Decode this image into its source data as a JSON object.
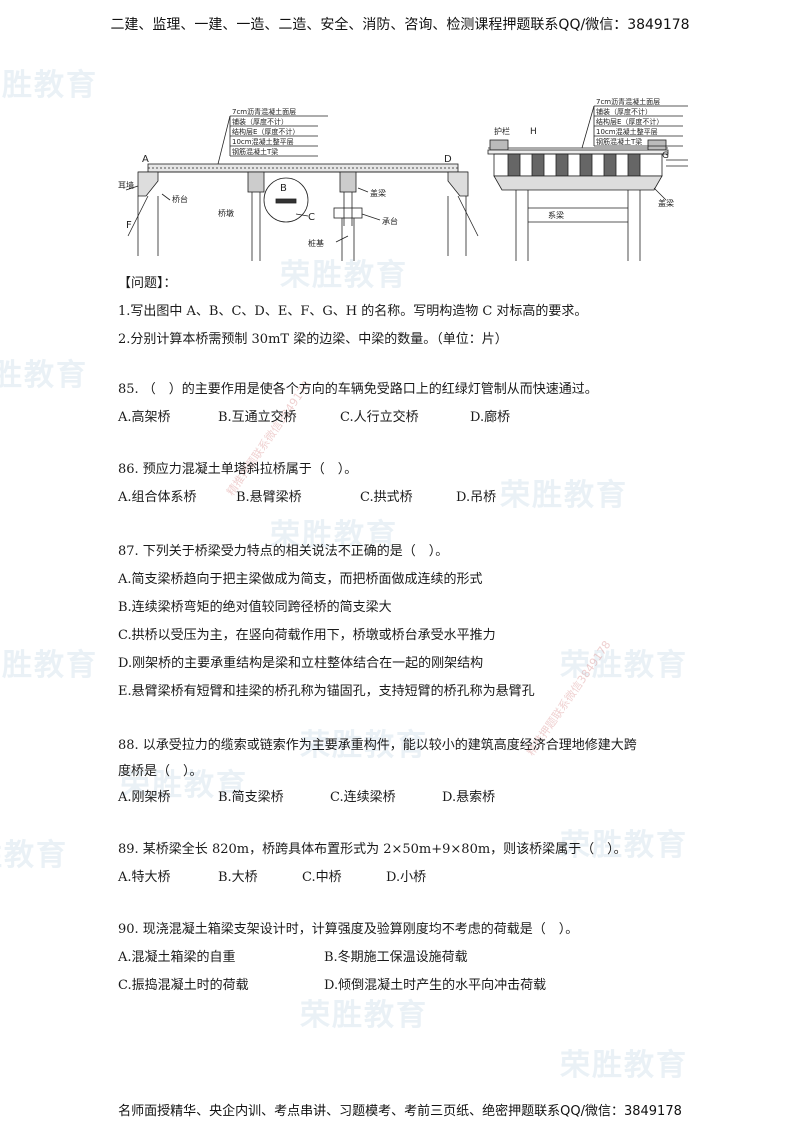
{
  "header": {
    "text": "二建、监理、一建、一造、二造、安全、消防、咨询、检测课程押题联系QQ/微信：3849178"
  },
  "footer": {
    "text": "名师面授精华、央企内训、考点串讲、习题模考、考前三页纸、绝密押题联系QQ/微信：3849178"
  },
  "watermark": {
    "brand": "荣胜教育",
    "small": "精推押题联系微信3849178"
  },
  "figure": {
    "left": {
      "layers": [
        "7cm沥青混凝土面层",
        "铺装（厚度不计）",
        "结构层E（厚度不计）",
        "10cm混凝土整平层",
        "钢筋混凝土T梁"
      ],
      "labels": {
        "A": "A",
        "B": "B",
        "C": "C",
        "D": "D",
        "F": "F",
        "erqiang": "耳墙",
        "qiaotai": "桥台",
        "qiaodun": "桥墩",
        "gailiang": "盖梁",
        "chengtai": "承台",
        "zhuangji": "桩基"
      }
    },
    "right": {
      "layers": [
        "7cm沥青混凝土面层",
        "铺装（厚度不计）",
        "结构层E（厚度不计）",
        "10cm混凝土整平层",
        "钢筋混凝土T梁"
      ],
      "labels": {
        "hulan": "护栏",
        "H": "H",
        "G": "G",
        "xiliang": "系梁",
        "gailiang": "盖梁"
      }
    }
  },
  "content": {
    "wenti": "【问题】：",
    "q1": "1.写出图中 A、B、C、D、E、F、G、H 的名称。写明构造物 C 对标高的要求。",
    "q2": "2.分别计算本桥需预制 30mT 梁的边梁、中梁的数量。（单位：片）",
    "q85": {
      "stem": "85. （　）的主要作用是使各个方向的车辆免受路口上的红绿灯管制从而快速通过。",
      "A": "A.高架桥",
      "B": "B.互通立交桥",
      "C": "C.人行立交桥",
      "D": "D.廊桥"
    },
    "q86": {
      "stem": "86. 预应力混凝土单塔斜拉桥属于（　）。",
      "A": "A.组合体系桥",
      "B": "B.悬臂梁桥",
      "C": "C.拱式桥",
      "D": "D.吊桥"
    },
    "q87": {
      "stem": "87. 下列关于桥梁受力特点的相关说法不正确的是（　）。",
      "A": "A.简支梁桥趋向于把主梁做成为简支，而把桥面做成连续的形式",
      "B": "B.连续梁桥弯矩的绝对值较同跨径桥的简支梁大",
      "C": "C.拱桥以受压为主，在竖向荷载作用下，桥墩或桥台承受水平推力",
      "D": "D.刚架桥的主要承重结构是梁和立柱整体结合在一起的刚架结构",
      "E": "E.悬臂梁桥有短臂和挂梁的桥孔称为锚固孔，支持短臂的桥孔称为悬臂孔"
    },
    "q88": {
      "stem1": "88. 以承受拉力的缆索或链索作为主要承重构件，能以较小的建筑高度经济合理地修建大跨",
      "stem2": "度桥是（　）。",
      "A": "A.刚架桥",
      "B": "B.简支梁桥",
      "C": "C.连续梁桥",
      "D": "D.悬索桥"
    },
    "q89": {
      "stem": "89. 某桥梁全长 820m，桥跨具体布置形式为 2×50m+9×80m，则该桥梁属于（　）。",
      "A": "A.特大桥",
      "B": "B.大桥",
      "C": "C.中桥",
      "D": "D.小桥"
    },
    "q90": {
      "stem": "90. 现浇混凝土箱梁支架设计时，计算强度及验算刚度均不考虑的荷载是（　）。",
      "A": "A.混凝土箱梁的自重",
      "B": "B.冬期施工保温设施荷载",
      "C": "C.振捣混凝土时的荷载",
      "D": "D.倾倒混凝土时产生的水平向冲击荷载"
    }
  }
}
